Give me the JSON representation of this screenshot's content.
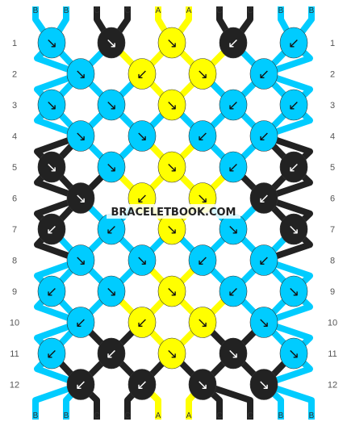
{
  "watermark": "BRACELETBOOK.COM",
  "colors": {
    "A": "#ffff00",
    "B": "#00ccff",
    "C": "#222222"
  },
  "top_strands": [
    "B",
    "B",
    "C",
    "C",
    "A",
    "A",
    "C",
    "C",
    "B",
    "B"
  ],
  "bottom_strands": [
    "B",
    "B",
    "C",
    "C",
    "A",
    "A",
    "C",
    "C",
    "B",
    "B"
  ],
  "row_labels": [
    "1",
    "2",
    "3",
    "4",
    "5",
    "6",
    "7",
    "8",
    "9",
    "10",
    "11",
    "12"
  ],
  "knots": [
    [
      {
        "c": "B",
        "d": "↘"
      },
      {
        "c": "C",
        "d": "↘"
      },
      {
        "c": "A",
        "d": "↘"
      },
      {
        "c": "C",
        "d": "↙"
      },
      {
        "c": "B",
        "d": "↙"
      }
    ],
    [
      {
        "c": "B",
        "d": "↘"
      },
      {
        "c": "A",
        "d": "↙"
      },
      {
        "c": "A",
        "d": "↘"
      },
      {
        "c": "B",
        "d": "↙"
      }
    ],
    [
      {
        "c": "B",
        "d": "↘"
      },
      {
        "c": "B",
        "d": "↘"
      },
      {
        "c": "A",
        "d": "↘"
      },
      {
        "c": "B",
        "d": "↙"
      },
      {
        "c": "B",
        "d": "↙"
      }
    ],
    [
      {
        "c": "B",
        "d": "↘"
      },
      {
        "c": "B",
        "d": "↘"
      },
      {
        "c": "B",
        "d": "↙"
      },
      {
        "c": "B",
        "d": "↙"
      }
    ],
    [
      {
        "c": "C",
        "d": "↘"
      },
      {
        "c": "B",
        "d": "↘"
      },
      {
        "c": "A",
        "d": "↘"
      },
      {
        "c": "B",
        "d": "↙"
      },
      {
        "c": "C",
        "d": "↙"
      }
    ],
    [
      {
        "c": "C",
        "d": "↘"
      },
      {
        "c": "A",
        "d": "↙"
      },
      {
        "c": "A",
        "d": "↘"
      },
      {
        "c": "C",
        "d": "↙"
      }
    ],
    [
      {
        "c": "C",
        "d": "↙"
      },
      {
        "c": "B",
        "d": "↙"
      },
      {
        "c": "A",
        "d": "↘"
      },
      {
        "c": "B",
        "d": "↘"
      },
      {
        "c": "C",
        "d": "↘"
      }
    ],
    [
      {
        "c": "B",
        "d": "↘"
      },
      {
        "c": "B",
        "d": "↘"
      },
      {
        "c": "B",
        "d": "↙"
      },
      {
        "c": "B",
        "d": "↙"
      }
    ],
    [
      {
        "c": "B",
        "d": "↙"
      },
      {
        "c": "B",
        "d": "↘"
      },
      {
        "c": "A",
        "d": "↘"
      },
      {
        "c": "B",
        "d": "↙"
      },
      {
        "c": "B",
        "d": "↘"
      }
    ],
    [
      {
        "c": "B",
        "d": "↙"
      },
      {
        "c": "A",
        "d": "↙"
      },
      {
        "c": "A",
        "d": "↘"
      },
      {
        "c": "B",
        "d": "↘"
      }
    ],
    [
      {
        "c": "B",
        "d": "↙"
      },
      {
        "c": "C",
        "d": "↙"
      },
      {
        "c": "A",
        "d": "↘"
      },
      {
        "c": "C",
        "d": "↘"
      },
      {
        "c": "B",
        "d": "↘"
      }
    ],
    [
      {
        "c": "C",
        "d": "↙"
      },
      {
        "c": "C",
        "d": "↙"
      },
      {
        "c": "C",
        "d": "↘"
      },
      {
        "c": "C",
        "d": "↘"
      }
    ]
  ]
}
